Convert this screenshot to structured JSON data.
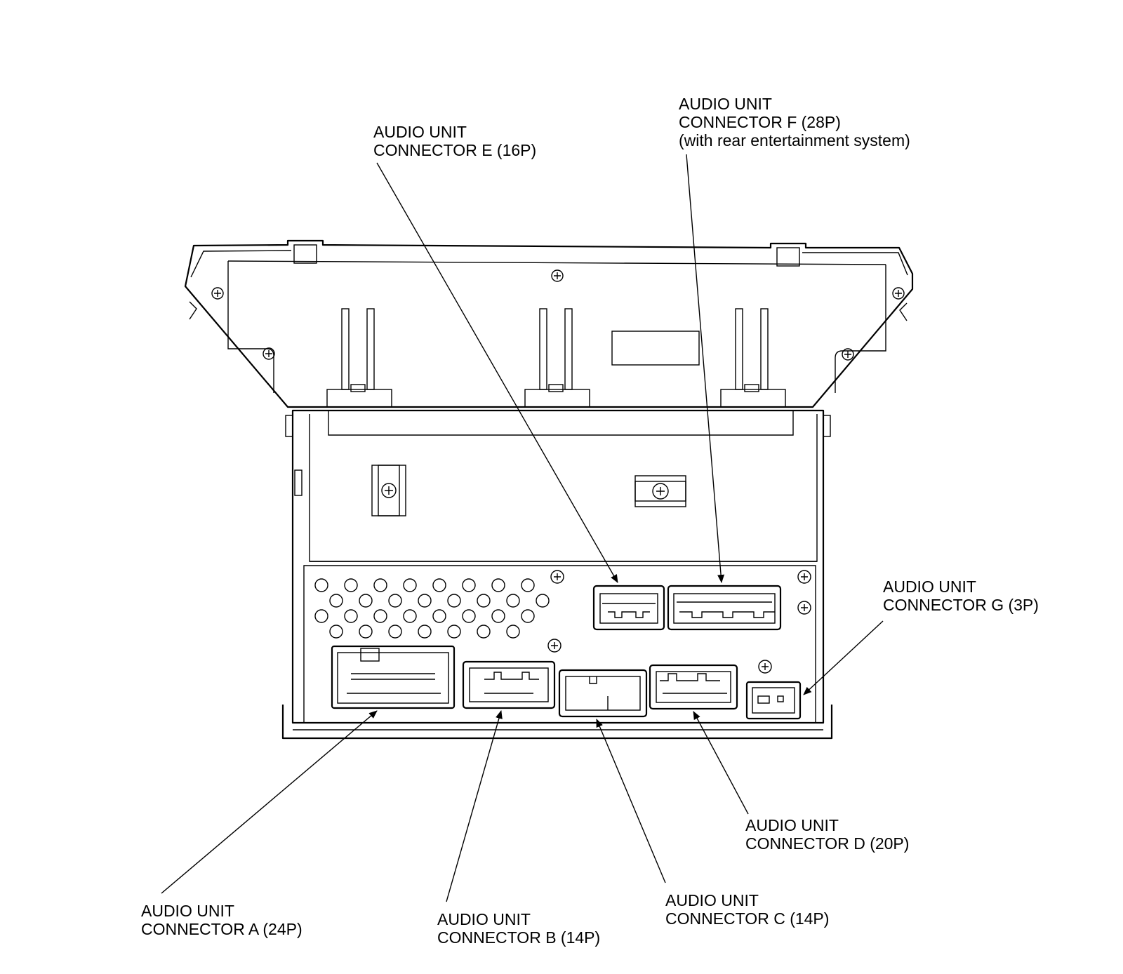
{
  "diagram": {
    "labels": {
      "connector_a": {
        "line1": "AUDIO UNIT",
        "line2": "CONNECTOR A (24P)"
      },
      "connector_b": {
        "line1": "AUDIO UNIT",
        "line2": "CONNECTOR B (14P)"
      },
      "connector_c": {
        "line1": "AUDIO UNIT",
        "line2": "CONNECTOR C (14P)"
      },
      "connector_d": {
        "line1": "AUDIO UNIT",
        "line2": "CONNECTOR D (20P)"
      },
      "connector_e": {
        "line1": "AUDIO UNIT",
        "line2": "CONNECTOR E (16P)"
      },
      "connector_f": {
        "line1": "AUDIO UNIT",
        "line2": "CONNECTOR F (28P)",
        "line3": "(with rear entertainment system)"
      },
      "connector_g": {
        "line1": "AUDIO UNIT",
        "line2": "CONNECTOR G (3P)"
      }
    }
  }
}
